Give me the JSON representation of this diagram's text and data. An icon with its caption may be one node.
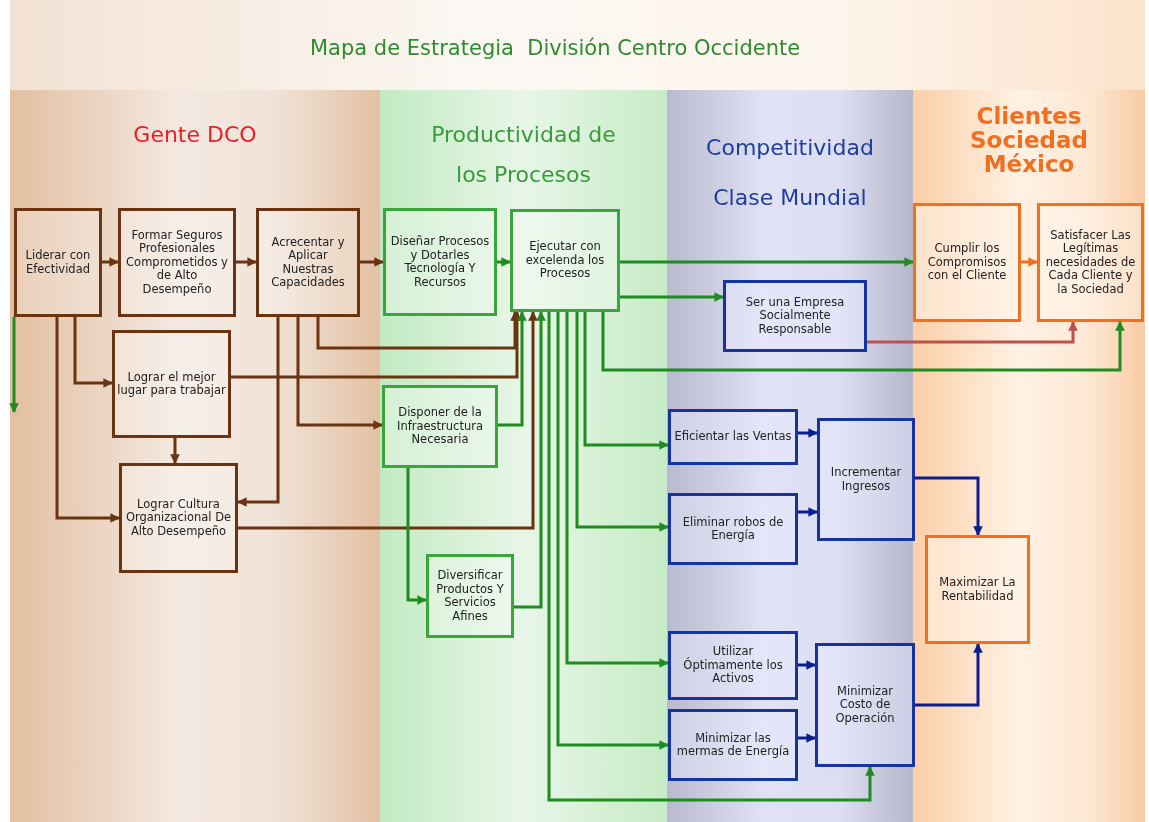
{
  "diagram": {
    "title": "Mapa de Estrategia  División Centro Occidente",
    "nodes": [
      {
        "text": [
          "Gente DCO"
        ]
      },
      {
        "text": [
          "Productividad de los Procesos"
        ]
      },
      {
        "text": [
          "Competitividad Clase Mundial"
        ]
      },
      {
        "text": [
          "Clientes Sociedad México"
        ]
      },
      {
        "text": [
          "Liderar con Efectividad"
        ],
        "in": 0
      },
      {
        "text": [
          "Formar Seguros Profesionales Comprometidos y de Alto Desempeño"
        ],
        "in": 0
      },
      {
        "text": [
          "Acrecentar y Aplicar Nuestras Capacidades"
        ],
        "in": 0
      },
      {
        "text": [
          "Lograr el mejor lugar para trabajar"
        ],
        "in": 0
      },
      {
        "text": [
          "Lograr Cultura Organizacional De Alto Desempeño"
        ],
        "in": 0
      },
      {
        "text": [
          "Diseñar Procesos y Dotarles Tecnología Y Recursos"
        ],
        "in": 1
      },
      {
        "text": [
          "Ejecutar con excelenda los Procesos"
        ],
        "in": 1
      },
      {
        "text": [
          "Disponer de la Infraestructura Necesaria"
        ],
        "in": 1
      },
      {
        "text": [
          "Diversificar Productos Y Servicios Afines"
        ],
        "in": 1
      },
      {
        "text": [
          "Ser una Empresa Socialmente Responsable"
        ],
        "in": 2
      },
      {
        "text": [
          "Eficientar las Ventas"
        ],
        "in": 2
      },
      {
        "text": [
          "Eliminar robos de Energía"
        ],
        "in": 2
      },
      {
        "text": [
          "Incrementar Ingresos"
        ],
        "in": 2
      },
      {
        "text": [
          "Utilizar Óptimamente los Activos"
        ],
        "in": 2
      },
      {
        "text": [
          "Minimizar las mermas de Energía"
        ],
        "in": 2
      },
      {
        "text": [
          "Minimizar Costo de Operación"
        ],
        "in": 2
      },
      {
        "text": [
          "Cumplir los Compromisos con el Cliente"
        ],
        "in": 3
      },
      {
        "text": [
          "Satisfacer Las Legítimas necesidades de Cada Cliente y la Sociedad"
        ],
        "in": 3
      },
      {
        "text": [
          "Maximizar La Rentabilidad"
        ],
        "in": 3
      }
    ],
    "edges": [
      {
        "from": 4,
        "to": 5,
        "arrow": "to",
        "color": "#6b3410"
      },
      {
        "from": 5,
        "to": 6,
        "arrow": "to",
        "color": "#6b3410"
      },
      {
        "from": 6,
        "to": 9,
        "arrow": "to",
        "color": "#6b3410"
      },
      {
        "from": 9,
        "to": 10,
        "arrow": "to"
      },
      {
        "from": 4,
        "to": 7,
        "arrow": "to",
        "color": "#6b3410"
      },
      {
        "from": 4,
        "to": 8,
        "arrow": "to",
        "color": "#6b3410"
      },
      {
        "from": 7,
        "to": 8,
        "arrow": "to",
        "color": "#6b3410"
      },
      {
        "from": 6,
        "to": 8,
        "arrow": "to",
        "color": "#6b3410"
      },
      {
        "from": 6,
        "to": 11,
        "arrow": "to",
        "color": "#6b3410"
      },
      {
        "from": 6,
        "to": 10,
        "arrow": "to",
        "color": "#6b3410"
      },
      {
        "from": 7,
        "to": 10,
        "arrow": "to",
        "color": "#6b3410"
      },
      {
        "from": 8,
        "to": 10,
        "arrow": "to",
        "color": "#6b3410"
      },
      {
        "from": 11,
        "to": 10,
        "arrow": "to"
      },
      {
        "from": 11,
        "to": 12,
        "arrow": "to"
      },
      {
        "from": 12,
        "to": 10,
        "arrow": "to"
      },
      {
        "from": 10,
        "to": 20,
        "arrow": "to"
      },
      {
        "from": 10,
        "to": 13,
        "arrow": "to"
      },
      {
        "from": 10,
        "to": 21,
        "arrow": "to"
      },
      {
        "from": 10,
        "to": 14,
        "arrow": "to"
      },
      {
        "from": 10,
        "to": 15,
        "arrow": "to"
      },
      {
        "from": 10,
        "to": 17,
        "arrow": "to"
      },
      {
        "from": 10,
        "to": 18,
        "arrow": "to"
      },
      {
        "from": 10,
        "to": 19,
        "arrow": "to"
      },
      {
        "from": 13,
        "to": 21,
        "arrow": "to",
        "color": "#c0504d"
      },
      {
        "from": 20,
        "to": 21,
        "arrow": "to",
        "color": "#f07020"
      },
      {
        "from": 14,
        "to": 16,
        "arrow": "to",
        "color": "#0a1f8f"
      },
      {
        "from": 15,
        "to": 16,
        "arrow": "to",
        "color": "#0a1f8f"
      },
      {
        "from": 17,
        "to": 19,
        "arrow": "to",
        "color": "#0a1f8f"
      },
      {
        "from": 18,
        "to": 19,
        "arrow": "to",
        "color": "#0a1f8f"
      },
      {
        "from": 16,
        "to": 22,
        "arrow": "to",
        "color": "#0a1f8f"
      },
      {
        "from": 19,
        "to": 22,
        "arrow": "to",
        "color": "#0a1f8f"
      },
      {
        "from": 4,
        "to": null,
        "arrow": "to"
      }
    ]
  }
}
